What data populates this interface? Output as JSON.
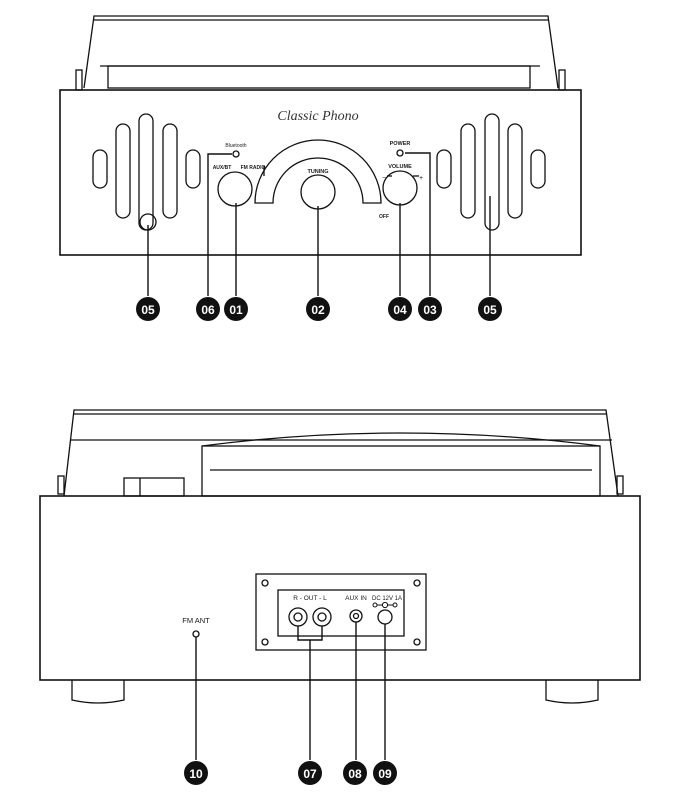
{
  "front": {
    "brand": "Classic Phono",
    "bluetooth_label": "Bluetooth",
    "aux_bt_label": "AUX/BT",
    "fm_radio_label": "FM RADIO",
    "tuning_label": "TUNING",
    "power_label": "POWER",
    "volume_label": "VOLUME",
    "volume_minus": "−",
    "volume_plus": "+",
    "off_label": "OFF"
  },
  "back": {
    "fm_ant_label": "FM ANT",
    "out_label": "R - OUT - L",
    "aux_in_label": "AUX IN",
    "dc_label": "DC 12V 1A"
  },
  "callouts": {
    "c01": "01",
    "c02": "02",
    "c03": "03",
    "c04": "04",
    "c05a": "05",
    "c05b": "05",
    "c06": "06",
    "c07": "07",
    "c08": "08",
    "c09": "09",
    "c10": "10"
  }
}
